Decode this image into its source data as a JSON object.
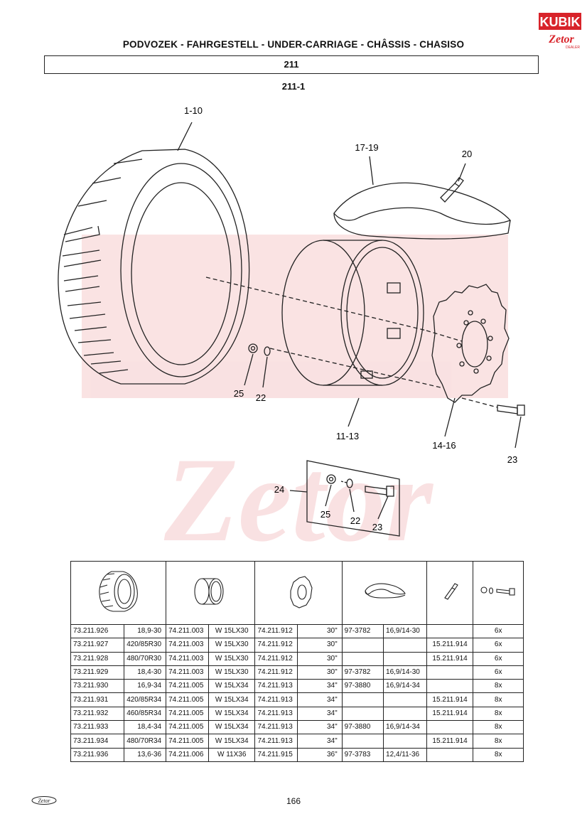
{
  "header": {
    "title": "PODVOZEK - FAHRGESTELL - UNDER-CARRIAGE - CHÂSSIS - CHASISO"
  },
  "section": {
    "number": "211",
    "subsection": "211-1"
  },
  "brand": {
    "logo_text": "KUBIK",
    "sub_logo": "Zetor",
    "sub_logo_tag": "DEALER",
    "watermark": "Zetor",
    "watermark_tag": "DEALER"
  },
  "callouts": {
    "tire": "1-10",
    "tube": "17-19",
    "valve": "20",
    "nut": "25",
    "washer": "22",
    "rim": "11-13",
    "disc": "14-16",
    "bolt": "23",
    "kit": "24",
    "kit_nut": "25",
    "kit_washer": "22",
    "kit_bolt": "23"
  },
  "table": {
    "columns": [
      "tire-icon",
      "rim-icon",
      "disc-icon",
      "tube-icon",
      "valve-icon",
      "bolt-set-icon"
    ],
    "rows": [
      [
        "73.211.926",
        "18,9-30",
        "74.211.003",
        "W 15LX30",
        "74.211.912",
        "30\"",
        "97-3782",
        "16,9/14-30",
        "",
        "6x"
      ],
      [
        "73.211.927",
        "420/85R30",
        "74.211.003",
        "W 15LX30",
        "74.211.912",
        "30\"",
        "",
        "",
        "15.211.914",
        "6x"
      ],
      [
        "73.211.928",
        "480/70R30",
        "74.211.003",
        "W 15LX30",
        "74.211.912",
        "30\"",
        "",
        "",
        "15.211.914",
        "6x"
      ],
      [
        "73.211.929",
        "18,4-30",
        "74.211.003",
        "W 15LX30",
        "74.211.912",
        "30\"",
        "97-3782",
        "16,9/14-30",
        "",
        "6x"
      ],
      [
        "73.211.930",
        "16,9-34",
        "74.211.005",
        "W 15LX34",
        "74.211.913",
        "34\"",
        "97-3880",
        "16,9/14-34",
        "",
        "8x"
      ],
      [
        "73.211.931",
        "420/85R34",
        "74.211.005",
        "W 15LX34",
        "74.211.913",
        "34\"",
        "",
        "",
        "15.211.914",
        "8x"
      ],
      [
        "73.211.932",
        "460/85R34",
        "74.211.005",
        "W 15LX34",
        "74.211.913",
        "34\"",
        "",
        "",
        "15.211.914",
        "8x"
      ],
      [
        "73.211.933",
        "18,4-34",
        "74.211.005",
        "W 15LX34",
        "74.211.913",
        "34\"",
        "97-3880",
        "16,9/14-34",
        "",
        "8x"
      ],
      [
        "73.211.934",
        "480/70R34",
        "74.211.005",
        "W 15LX34",
        "74.211.913",
        "34\"",
        "",
        "",
        "15.211.914",
        "8x"
      ],
      [
        "73.211.936",
        "13,6-36",
        "74.211.006",
        "W 11X36",
        "74.211.915",
        "36\"",
        "97-3783",
        "12,4/11-36",
        "",
        "8x"
      ]
    ]
  },
  "footer": {
    "logo_text": "Zetor",
    "page_number": "166"
  }
}
